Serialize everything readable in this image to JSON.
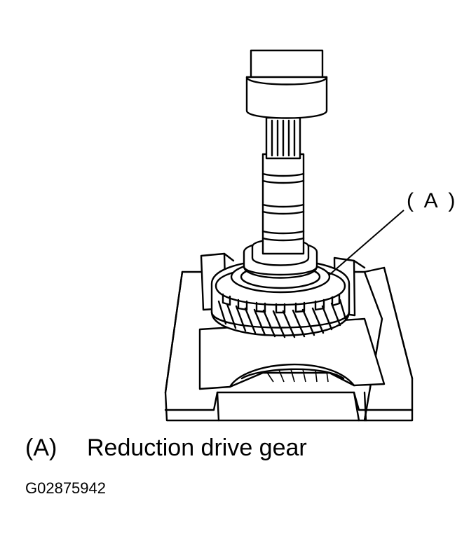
{
  "callout": {
    "label": "( A )"
  },
  "caption": {
    "key": "(A)",
    "text": "Reduction drive gear"
  },
  "figure_code": "G02875942"
}
